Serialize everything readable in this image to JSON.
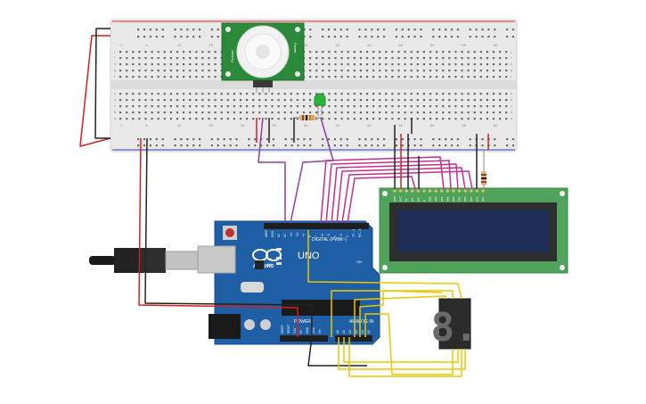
{
  "breadboard": {
    "column_numbers_top": [
      "1",
      "5",
      "10",
      "15",
      "20",
      "25",
      "30",
      "35",
      "40",
      "45",
      "50",
      "55",
      "60"
    ],
    "column_numbers_bottom": [
      "1",
      "5",
      "10",
      "15",
      "20",
      "25",
      "30",
      "35",
      "40",
      "45",
      "50",
      "55",
      "60"
    ],
    "row_letters_top": [
      "j",
      "i",
      "h",
      "g",
      "f"
    ],
    "row_letters_bottom": [
      "e",
      "d",
      "c",
      "b",
      "a"
    ]
  },
  "pir_sensor": {
    "left_label": "Ground",
    "right_label": "Power",
    "bottom_label": "Signal"
  },
  "arduino": {
    "logo_text": "ARDUINO",
    "model": "UNO",
    "digital_header_label": "DIGITAL (PWM~)",
    "power_header_label": "POWER",
    "analog_header_label": "ANALOG IN",
    "on_label": "ON",
    "tx_label": "TX",
    "rx_label": "RX",
    "l_label": "L",
    "digital_pins": [
      "AREF",
      "GND",
      "13",
      "12",
      "~11",
      "~10",
      "~9",
      "8",
      "7",
      "~6",
      "~5",
      "4",
      "~3",
      "2",
      "TX→1",
      "RX←0"
    ],
    "power_pins": [
      "IOREF",
      "RESET",
      "3.3V",
      "5V",
      "GND",
      "GND",
      "Vin"
    ],
    "analog_pins": [
      "A0",
      "A1",
      "A2",
      "A3",
      "A4",
      "A5"
    ]
  },
  "lcd": {
    "pin_labels": [
      "GND",
      "VCC",
      "V0",
      "RS",
      "RW",
      "E",
      "DB0",
      "DB1",
      "DB2",
      "DB3",
      "DB4",
      "DB5",
      "DB6",
      "DB7",
      "LED",
      "LED"
    ]
  },
  "seven_segment": {
    "digit": "8."
  },
  "colors": {
    "wire_red": "#d42020",
    "wire_black": "#222222",
    "wire_purple": "#8b3fa0",
    "wire_magenta": "#c2308f",
    "wire_yellow": "#e8c800",
    "arduino_blue": "#1f5fa6",
    "pcb_green": "#2a8a3a",
    "lcd_green": "#4fa35a",
    "lcd_screen": "#1d2d55",
    "breadboard": "#ebebeb"
  }
}
